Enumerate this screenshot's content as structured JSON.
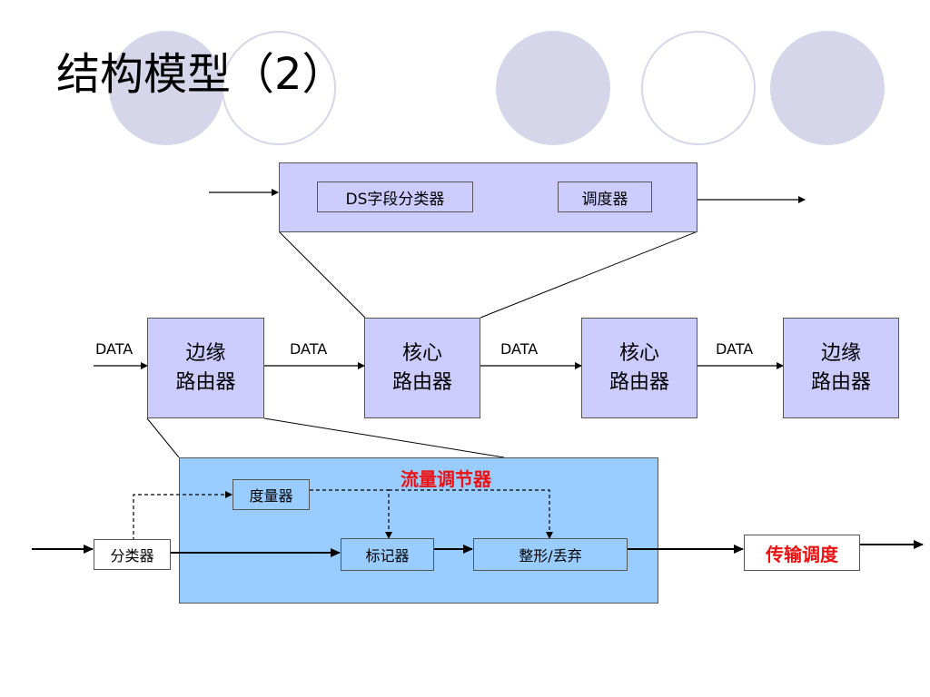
{
  "slide": {
    "title": "结构模型（2）"
  },
  "core_detail": {
    "classifier": "DS字段分类器",
    "scheduler": "调度器"
  },
  "routers": [
    {
      "line1": "边缘",
      "line2": "路由器"
    },
    {
      "line1": "核心",
      "line2": "路由器"
    },
    {
      "line1": "核心",
      "line2": "路由器"
    },
    {
      "line1": "边缘",
      "line2": "路由器"
    }
  ],
  "data_labels": [
    "DATA",
    "DATA",
    "DATA",
    "DATA"
  ],
  "edge_detail": {
    "conditioner_title": "流量调节器",
    "meter": "度量器",
    "classifier": "分类器",
    "marker": "标记器",
    "shaper": "整形/丢弃",
    "transmit": "传输调度"
  },
  "colors": {
    "decor_circle": "#d6d6ea",
    "router_fill": "#ccccff",
    "conditioner_fill": "#99ccff",
    "highlight_text": "#ee1111"
  }
}
